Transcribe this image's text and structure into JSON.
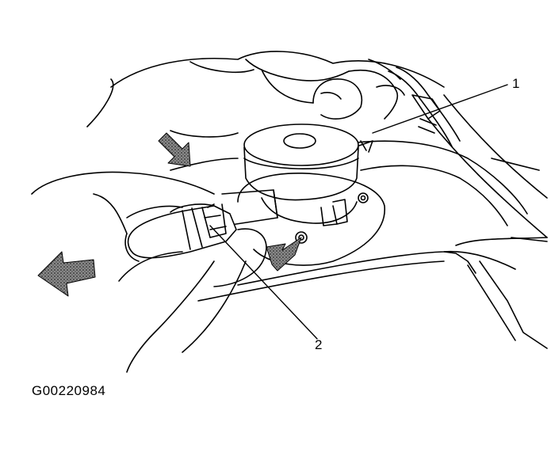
{
  "callouts": {
    "one": "1",
    "two": "2"
  },
  "figure_id": "G00220984",
  "colors": {
    "line": "#000000",
    "background": "#ffffff",
    "arrow_fill": "#5a5a5a"
  }
}
